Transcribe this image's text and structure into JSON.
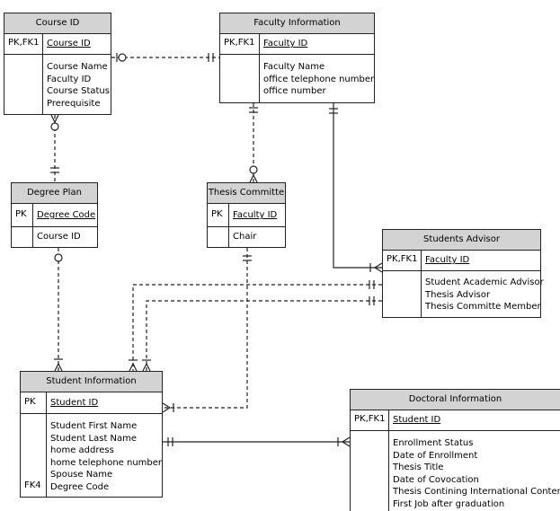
{
  "entities": {
    "course": {
      "title": "Course ID",
      "pk_key": "PK,FK1",
      "pk_field": "Course ID",
      "attributes": [
        "Course Name",
        "Faculty ID",
        "Course Status",
        "Prerequisite"
      ]
    },
    "faculty": {
      "title": "Faculty Information",
      "pk_key": "PK,FK1",
      "pk_field": "Faculty ID",
      "attributes": [
        "Faculty Name",
        "office telephone number",
        "office number"
      ]
    },
    "degree_plan": {
      "title": "Degree Plan",
      "pk_key": "PK",
      "pk_field": "Degree Code",
      "attributes": [
        "Course ID"
      ]
    },
    "thesis_committe": {
      "title": "Thesis Committe",
      "pk_key": "PK",
      "pk_field": "Faculty ID",
      "attributes": [
        "Chair"
      ]
    },
    "students_advisor": {
      "title": "Students Advisor",
      "pk_key": "PK,FK1",
      "pk_field": "Faculty ID",
      "attributes": [
        "Student Academic Advisor",
        "Thesis Advisor",
        "Thesis Committe Member"
      ]
    },
    "student_info": {
      "title": "Student Information",
      "pk_key": "PK",
      "pk_field": "Student ID",
      "attributes": [
        "Student First Name",
        "Student Last Name",
        "home address",
        "home telephone number",
        "Spouse Name",
        "Degree Code"
      ],
      "fk_key": "FK4"
    },
    "doctoral_info": {
      "title": "Doctoral Information",
      "pk_key": "PK,FK1",
      "pk_field": "Student ID",
      "attributes": [
        "Enrollment Status",
        "Date of Enrollment",
        "Thesis Title",
        "Date of Covocation",
        "Thesis Contining International Content",
        "First Job after graduation"
      ]
    }
  },
  "colors": {
    "header": "#d3d3d3",
    "line": "#222222",
    "background": "#ffffff"
  }
}
